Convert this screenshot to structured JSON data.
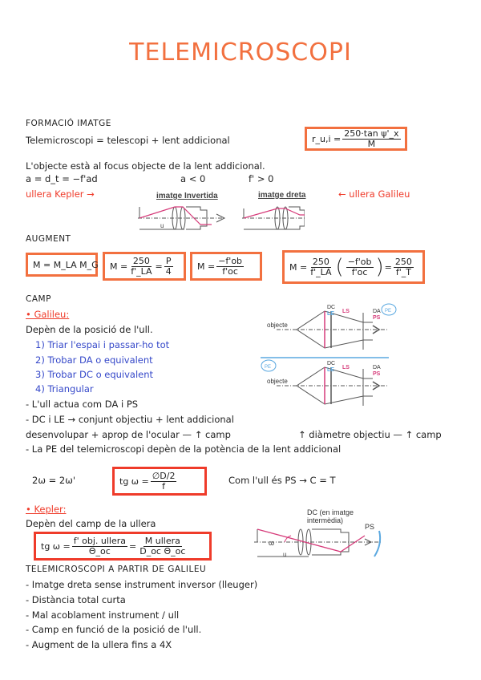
{
  "title": "TELEMICROSCOPI",
  "sections": {
    "formacio": {
      "heading": "FORMACIÓ IMATGE",
      "line1": "Telemicroscopi = telescopi + lent addicional",
      "formula_box": {
        "lhs": "r_u,i =",
        "num": "250·tan ψ'_x",
        "den": "M"
      },
      "line2": "L'objecte està al focus objecte de la lent addicional.",
      "line3a": "a = d_t = −f'ad",
      "line3b": "a < 0",
      "line3c": "f' > 0",
      "kepler_label": "ullera Kepler →",
      "galileu_label": "← ullera Galileu",
      "diagram_left_title": "imatge Invertida",
      "diagram_right_title": "imatge dreta",
      "diagram_u": "u"
    },
    "augment": {
      "heading": "AUGMENT",
      "box1": "M = M_LA M_G",
      "box2": {
        "lhs": "M =",
        "num1": "250",
        "den1": "f'_LA",
        "eq": "=",
        "num2": "P",
        "den2": "4"
      },
      "box3": {
        "lhs": "M =",
        "num": "−f'ob",
        "den": "f'oc"
      },
      "box4": {
        "lhs": "M =",
        "num1": "250",
        "den1": "f'_LA",
        "num2": "−f'ob",
        "den2": "f'oc",
        "eq": "=",
        "num3": "250",
        "den3": "f'_T"
      }
    },
    "camp": {
      "heading": "CAMP",
      "galileu_heading": "• Galileu:",
      "galileu_line": "Depèn de la posició de l'ull.",
      "steps": [
        "1) Triar l'espai i passar-ho tot",
        "2) Trobar DA o equivalent",
        "3) Trobar DC o equivalent",
        "4) Triangular"
      ],
      "bullets": [
        "- L'ull actua com DA i PS",
        "- DC i LE → conjunt objectiu + lent addicional",
        "desenvolupar + aprop de l'ocular — ↑ camp",
        "↑ diàmetre objectiu — ↑ camp",
        "- La PE del telemicroscopi depèn de la potència de la lent addicional"
      ],
      "diagram": {
        "objecte": "objecte",
        "dc": "DC",
        "le": "LE",
        "ls": "LS",
        "da": "DA",
        "ps": "PS",
        "pe": "PE"
      },
      "eq_2w": "2ω = 2ω'",
      "formula_box": {
        "lhs": "tg ω =",
        "num": "∅D/2",
        "den": "f"
      },
      "com_ull": "Com l'ull és PS → C = T",
      "kepler_heading": "• Kepler:",
      "kepler_line": "Depèn del camp de la ullera",
      "kepler_box": {
        "lhs": "tg ω =",
        "num1": "f' obj. ullera",
        "den1": "Θ_oc",
        "eq": "=",
        "num2": "M ullera",
        "den2": "D_oc Θ_oc"
      },
      "kepler_diagram": {
        "dc_label_1": "DC (en imatge",
        "dc_label_2": "intermèdia)",
        "ps": "PS",
        "omega": "ω",
        "u": "u"
      }
    },
    "galileu_tele": {
      "heading": "TELEMICROSCOPI A PARTIR DE GALILEU",
      "items": [
        "- Imatge dreta sense instrument inversor (lleuger)",
        "- Distància total curta",
        "- Mal acoblament instrument / ull",
        "- Camp en funció de la posició de l'ull.",
        "- Augment de la ullera fins a 4X"
      ]
    }
  },
  "colors": {
    "accent": "#f2703f",
    "red": "#ef3b2a",
    "blue": "#3548c9",
    "magenta": "#d63b7a",
    "lightblue": "#5aa8e0"
  }
}
